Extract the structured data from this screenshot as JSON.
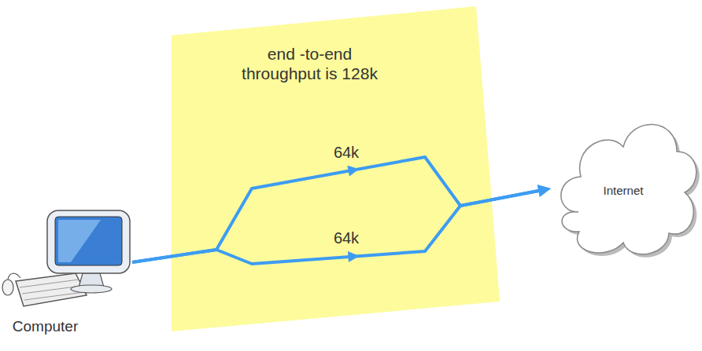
{
  "diagram": {
    "nodes": [
      {
        "text": [
          "Computer"
        ]
      },
      {
        "text": [
          "end -to-end throughput is 128k"
        ]
      },
      {
        "text": [
          "Internet"
        ]
      }
    ],
    "edges": [
      {
        "from": 0,
        "to": 2,
        "arrow": "to",
        "label": "64k"
      },
      {
        "from": 0,
        "to": 2,
        "arrow": "to",
        "label": "64k"
      }
    ]
  }
}
